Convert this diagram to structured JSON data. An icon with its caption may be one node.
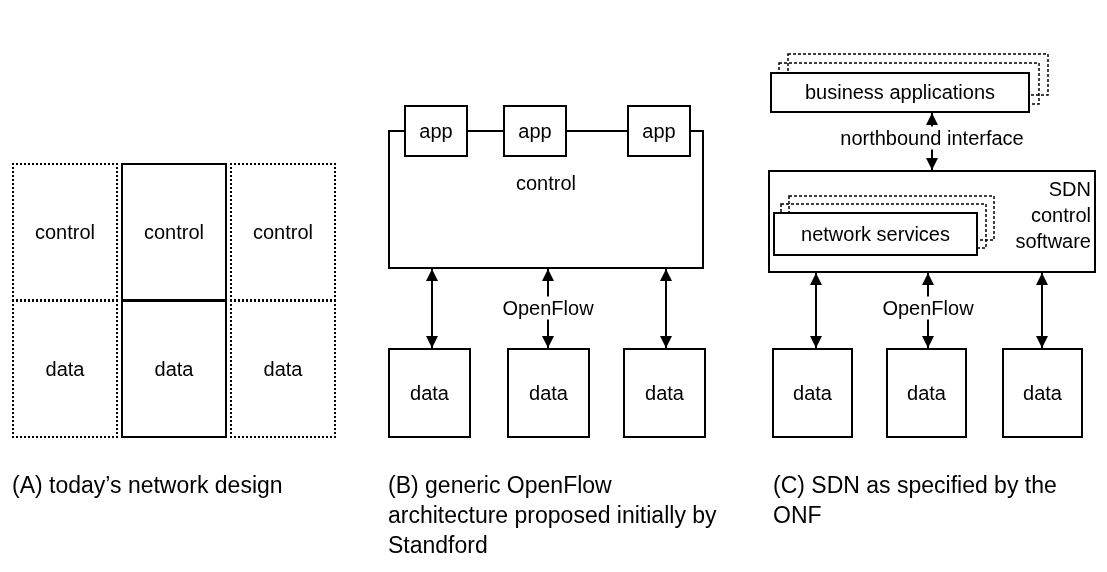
{
  "diagram": {
    "nodes": [
      {
        "text": [
          "control"
        ]
      },
      {
        "text": [
          "control"
        ]
      },
      {
        "text": [
          "control"
        ]
      },
      {
        "text": [
          "data"
        ]
      },
      {
        "text": [
          "data"
        ]
      },
      {
        "text": [
          "data"
        ]
      },
      {
        "text": [
          "app"
        ]
      },
      {
        "text": [
          "app"
        ]
      },
      {
        "text": [
          "app"
        ]
      },
      {
        "text": [
          "control"
        ]
      },
      {
        "text": [
          "data"
        ]
      },
      {
        "text": [
          "data"
        ]
      },
      {
        "text": [
          "data"
        ]
      },
      {
        "text": [
          "business applications"
        ]
      },
      {
        "text": [
          "SDN control software"
        ]
      },
      {
        "text": [
          "network services"
        ],
        "in": 14
      },
      {
        "text": [
          "data"
        ]
      },
      {
        "text": [
          "data"
        ]
      },
      {
        "text": [
          "data"
        ]
      }
    ],
    "edges": [
      {
        "from": 9,
        "to": 10,
        "arrow": "both"
      },
      {
        "from": 9,
        "to": 11,
        "arrow": "both",
        "label": "OpenFlow"
      },
      {
        "from": 9,
        "to": 12,
        "arrow": "both"
      },
      {
        "from": 13,
        "to": 14,
        "arrow": "both",
        "label": "northbound interface"
      },
      {
        "from": 14,
        "to": 16,
        "arrow": "both"
      },
      {
        "from": 14,
        "to": 17,
        "arrow": "both",
        "label": "OpenFlow"
      },
      {
        "from": 14,
        "to": 18,
        "arrow": "both"
      }
    ],
    "labels": [
      "(A) today’s network design",
      "(B) generic OpenFlow architecture proposed initially by Standford",
      "(C) SDN as specified by the ONF"
    ]
  }
}
